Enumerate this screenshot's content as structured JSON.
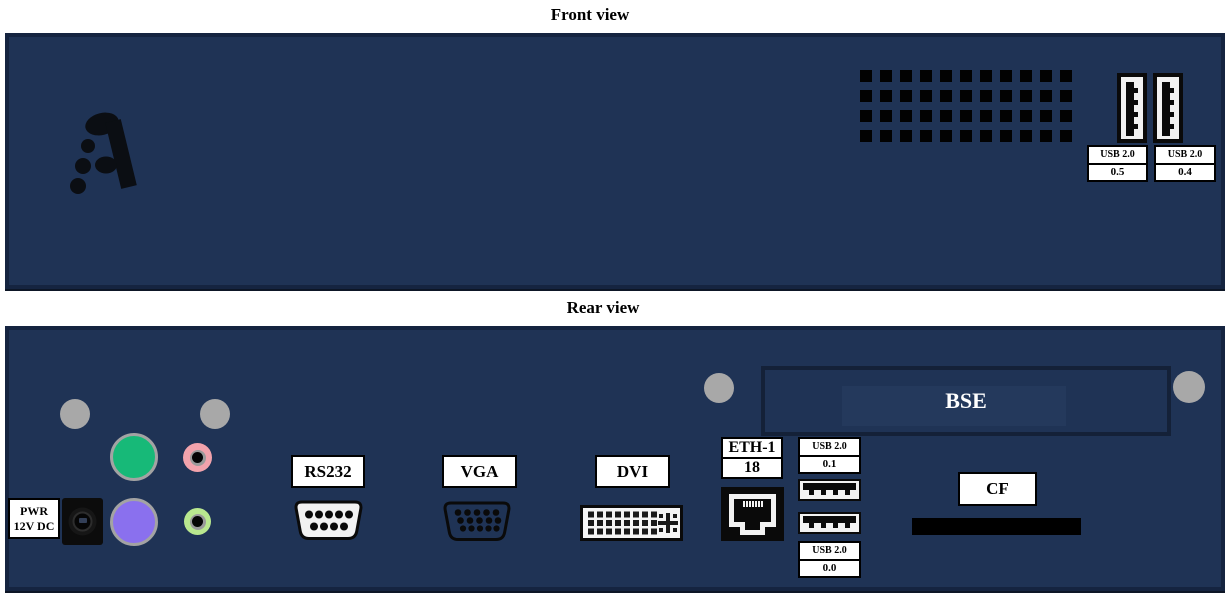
{
  "front_view": {
    "title": "Front view",
    "vents": {
      "rows": 4,
      "cols": 11
    },
    "usb_port_labels": [
      {
        "type": "USB 2.0",
        "id": "0.5"
      },
      {
        "type": "USB 2.0",
        "id": "0.4"
      }
    ]
  },
  "rear_view": {
    "title": "Rear view",
    "power_label": {
      "line1": "PWR",
      "line2": "12V DC"
    },
    "serial_label": "RS232",
    "vga_label": "VGA",
    "dvi_label": "DVI",
    "ethernet_label": {
      "type": "ETH-1",
      "id": "18"
    },
    "usb_top_label": {
      "type": "USB 2.0",
      "id": "0.1"
    },
    "usb_bottom_label": {
      "type": "USB 2.0",
      "id": "0.0"
    },
    "expansion_label": "BSE",
    "cf_label": "CF"
  },
  "colors": {
    "panel": "#1f3355",
    "panel_border": "#152440",
    "audio_green": "#17b978",
    "audio_pink": "#f2a3ac",
    "audio_purple": "#8a70ee",
    "audio_lime": "#b9e88f",
    "screw_gray": "#a8a8a8"
  }
}
